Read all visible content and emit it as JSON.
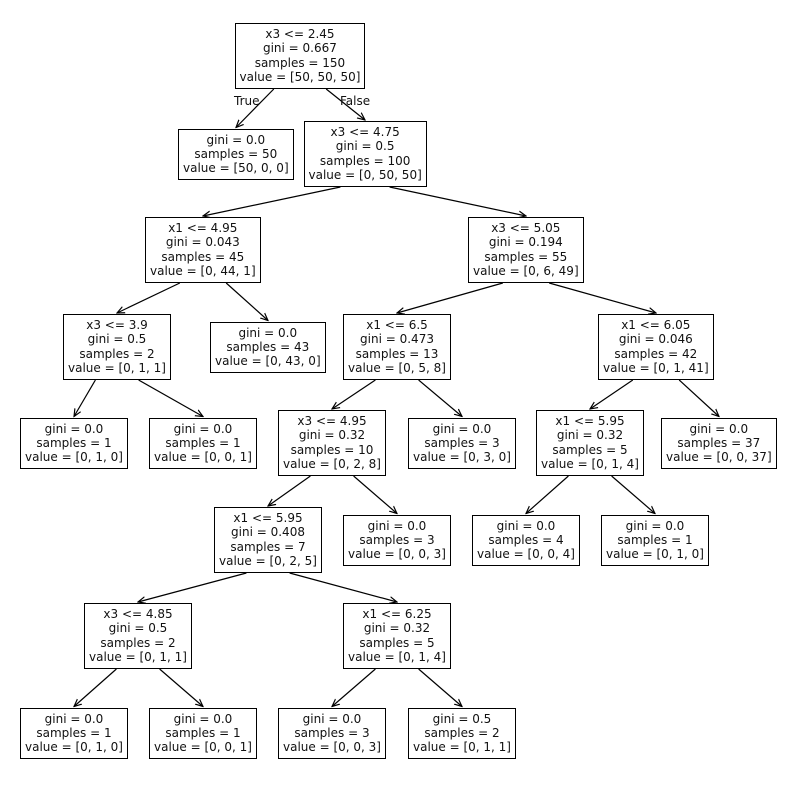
{
  "tree": {
    "edge_labels": {
      "true_label": "True",
      "false_label": "False"
    },
    "nodes": [
      {
        "id": "n0",
        "lines": [
          "x3 <= 2.45",
          "gini = 0.667",
          "samples = 150",
          "value = [50, 50, 50]"
        ]
      },
      {
        "id": "n1",
        "lines": [
          "gini = 0.0",
          "samples = 50",
          "value = [50, 0, 0]"
        ]
      },
      {
        "id": "n2",
        "lines": [
          "x3 <= 4.75",
          "gini = 0.5",
          "samples = 100",
          "value = [0, 50, 50]"
        ]
      },
      {
        "id": "n3",
        "lines": [
          "x1 <= 4.95",
          "gini = 0.043",
          "samples = 45",
          "value = [0, 44, 1]"
        ]
      },
      {
        "id": "n4",
        "lines": [
          "x3 <= 5.05",
          "gini = 0.194",
          "samples = 55",
          "value = [0, 6, 49]"
        ]
      },
      {
        "id": "n5",
        "lines": [
          "x3 <= 3.9",
          "gini = 0.5",
          "samples = 2",
          "value = [0, 1, 1]"
        ]
      },
      {
        "id": "n6",
        "lines": [
          "gini = 0.0",
          "samples = 43",
          "value = [0, 43, 0]"
        ]
      },
      {
        "id": "n7",
        "lines": [
          "x1 <= 6.5",
          "gini = 0.473",
          "samples = 13",
          "value = [0, 5, 8]"
        ]
      },
      {
        "id": "n8",
        "lines": [
          "x1 <= 6.05",
          "gini = 0.046",
          "samples = 42",
          "value = [0, 1, 41]"
        ]
      },
      {
        "id": "n9",
        "lines": [
          "gini = 0.0",
          "samples = 1",
          "value = [0, 1, 0]"
        ]
      },
      {
        "id": "n10",
        "lines": [
          "gini = 0.0",
          "samples = 1",
          "value = [0, 0, 1]"
        ]
      },
      {
        "id": "n11",
        "lines": [
          "x3 <= 4.95",
          "gini = 0.32",
          "samples = 10",
          "value = [0, 2, 8]"
        ]
      },
      {
        "id": "n12",
        "lines": [
          "gini = 0.0",
          "samples = 3",
          "value = [0, 3, 0]"
        ]
      },
      {
        "id": "n13",
        "lines": [
          "x1 <= 5.95",
          "gini = 0.32",
          "samples = 5",
          "value = [0, 1, 4]"
        ]
      },
      {
        "id": "n14",
        "lines": [
          "gini = 0.0",
          "samples = 37",
          "value = [0, 0, 37]"
        ]
      },
      {
        "id": "n15",
        "lines": [
          "x1 <= 5.95",
          "gini = 0.408",
          "samples = 7",
          "value = [0, 2, 5]"
        ]
      },
      {
        "id": "n16",
        "lines": [
          "gini = 0.0",
          "samples = 3",
          "value = [0, 0, 3]"
        ]
      },
      {
        "id": "n17",
        "lines": [
          "gini = 0.0",
          "samples = 4",
          "value = [0, 0, 4]"
        ]
      },
      {
        "id": "n18",
        "lines": [
          "gini = 0.0",
          "samples = 1",
          "value = [0, 1, 0]"
        ]
      },
      {
        "id": "n19",
        "lines": [
          "x3 <= 4.85",
          "gini = 0.5",
          "samples = 2",
          "value = [0, 1, 1]"
        ]
      },
      {
        "id": "n20",
        "lines": [
          "x1 <= 6.25",
          "gini = 0.32",
          "samples = 5",
          "value = [0, 1, 4]"
        ]
      },
      {
        "id": "n21",
        "lines": [
          "gini = 0.0",
          "samples = 1",
          "value = [0, 1, 0]"
        ]
      },
      {
        "id": "n22",
        "lines": [
          "gini = 0.0",
          "samples = 1",
          "value = [0, 0, 1]"
        ]
      },
      {
        "id": "n23",
        "lines": [
          "gini = 0.0",
          "samples = 3",
          "value = [0, 0, 3]"
        ]
      },
      {
        "id": "n24",
        "lines": [
          "gini = 0.5",
          "samples = 2",
          "value = [0, 1, 1]"
        ]
      }
    ],
    "edges": [
      [
        "n0",
        "n1"
      ],
      [
        "n0",
        "n2"
      ],
      [
        "n2",
        "n3"
      ],
      [
        "n2",
        "n4"
      ],
      [
        "n3",
        "n5"
      ],
      [
        "n3",
        "n6"
      ],
      [
        "n4",
        "n7"
      ],
      [
        "n4",
        "n8"
      ],
      [
        "n5",
        "n9"
      ],
      [
        "n5",
        "n10"
      ],
      [
        "n7",
        "n11"
      ],
      [
        "n7",
        "n12"
      ],
      [
        "n8",
        "n13"
      ],
      [
        "n8",
        "n14"
      ],
      [
        "n11",
        "n15"
      ],
      [
        "n11",
        "n16"
      ],
      [
        "n13",
        "n17"
      ],
      [
        "n13",
        "n18"
      ],
      [
        "n15",
        "n19"
      ],
      [
        "n15",
        "n20"
      ],
      [
        "n19",
        "n21"
      ],
      [
        "n19",
        "n22"
      ],
      [
        "n20",
        "n23"
      ],
      [
        "n20",
        "n24"
      ]
    ]
  }
}
